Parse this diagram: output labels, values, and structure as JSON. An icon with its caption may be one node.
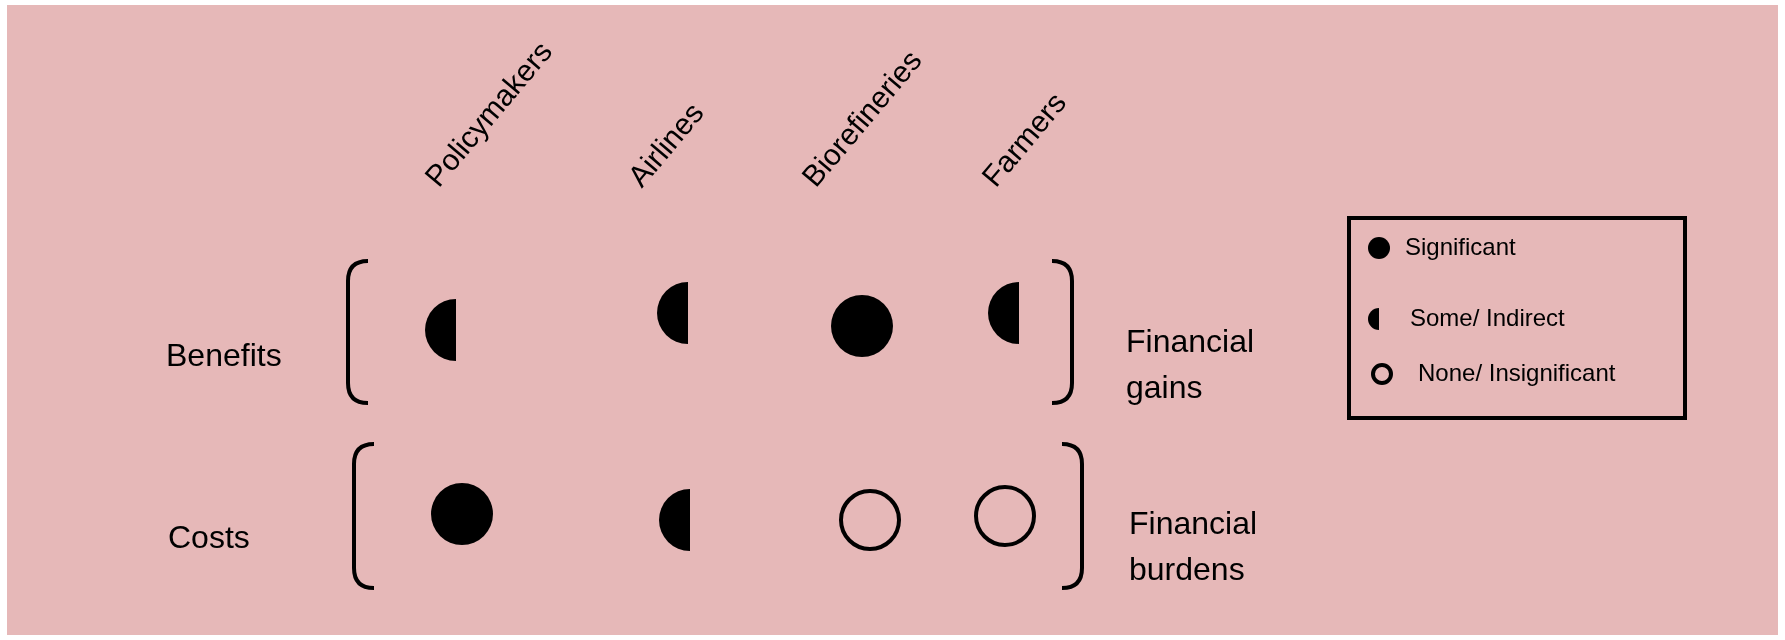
{
  "diagram": {
    "labels": [
      "Policymakers",
      "Airlines",
      "Biorefineries",
      "Farmers",
      "Benefits",
      "Financial gains",
      "Costs",
      "Financial burdens"
    ],
    "legend": [
      {
        "text": "Significant"
      },
      {
        "text": "Some/ Indirect"
      },
      {
        "text": "None/ Insignificant"
      }
    ]
  }
}
